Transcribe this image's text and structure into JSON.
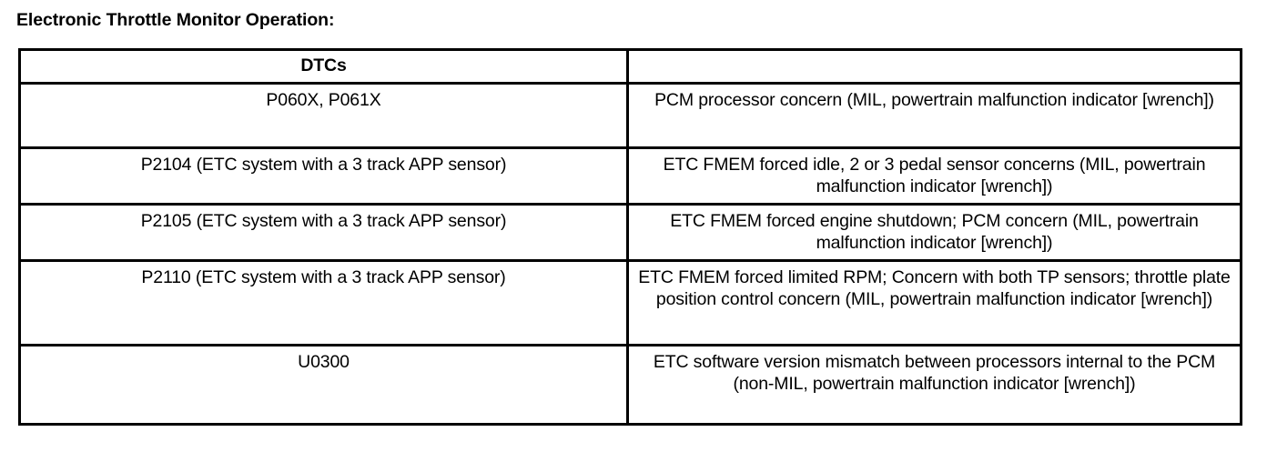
{
  "document": {
    "title": "Electronic Throttle Monitor Operation:"
  },
  "table": {
    "columns": [
      {
        "header": "DTCs"
      },
      {
        "header": ""
      }
    ],
    "rows": [
      {
        "dtc": "P060X, P061X",
        "description": "PCM processor concern (MIL, powertrain malfunction indicator [wrench])"
      },
      {
        "dtc": "P2104 (ETC system with a 3 track APP sensor)",
        "description": "ETC FMEM  forced idle, 2 or 3 pedal sensor concerns (MIL, powertrain malfunction indicator [wrench])"
      },
      {
        "dtc": "P2105 (ETC system with a 3 track APP sensor)",
        "description": "ETC FMEM  forced engine shutdown; PCM concern (MIL, powertrain malfunction indicator [wrench])"
      },
      {
        "dtc": "P2110 (ETC system with a 3 track APP sensor)",
        "description": "ETC FMEM  forced limited RPM; Concern with both TP sensors; throttle plate position control concern (MIL, powertrain malfunction indicator [wrench])"
      },
      {
        "dtc": "U0300",
        "description": "ETC software version mismatch between processors internal to the PCM (non-MIL, powertrain malfunction indicator [wrench])"
      }
    ]
  },
  "colors": {
    "border": "#000000",
    "text": "#000000",
    "background": "#ffffff"
  }
}
